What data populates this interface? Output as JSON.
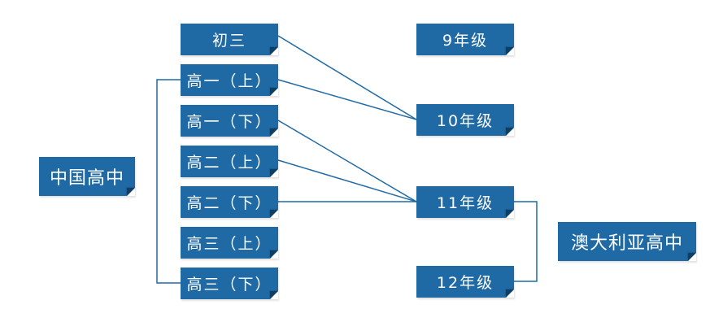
{
  "colors": {
    "box_fill": "#1f6aa5",
    "connector": "#1f6aa5",
    "background": "#ffffff"
  },
  "china": {
    "root": "中国高中",
    "items": [
      "初三",
      "高一（上）",
      "高一（下）",
      "高二（上）",
      "高二（下）",
      "高三（上）",
      "高三（下）"
    ]
  },
  "australia": {
    "root": "澳大利亚高中",
    "items": [
      "9年级",
      "10年级",
      "11年级",
      "12年级"
    ]
  }
}
